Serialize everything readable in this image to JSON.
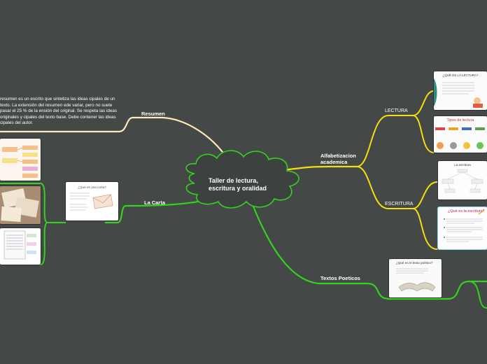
{
  "central": {
    "text": "Taller de lectura, escritura y oralidad"
  },
  "branches": {
    "resumen": {
      "label": "Resumen"
    },
    "la_carta": {
      "label": "La Carta"
    },
    "alfabetizacion": {
      "label_line1": "Alfabetizacion",
      "label_line2": "academica"
    },
    "lectura": {
      "label": "LECTURA"
    },
    "escritura": {
      "label": "ESCRITURA"
    },
    "textos_poeticos": {
      "label": "Textos Poeticos"
    }
  },
  "resumen_description": "resumen es un escrito que sintetiza las ideas cipales de un texto. La extensión del resumen ede variar, pero no suele pasar el 25 % de la ensión del original. Se respeta las ideas originales y cipales del texto base. Debe contener las ideas cipales del autor.",
  "thumbnails": {
    "carta": {
      "caption": "¿Qué es una carta?"
    },
    "lectura_1": {
      "caption": "¿QUÉ ES LA LECTURA?"
    },
    "lectura_2": {
      "caption": "Tipos de lectura"
    },
    "escritura_1": {
      "caption": "La escritura"
    },
    "escritura_2": {
      "caption": "¿Qué es la escritura?"
    },
    "poeticos": {
      "caption": "¿Qué es el texto poético?"
    }
  },
  "colors": {
    "background": "#444847",
    "resumen_branch": "#ffe8c0",
    "alfabetizacion_branch": "#f5dd10",
    "green_branch": "#34d11e",
    "central_node": "#3d4240",
    "central_outline": "#34d11e"
  }
}
